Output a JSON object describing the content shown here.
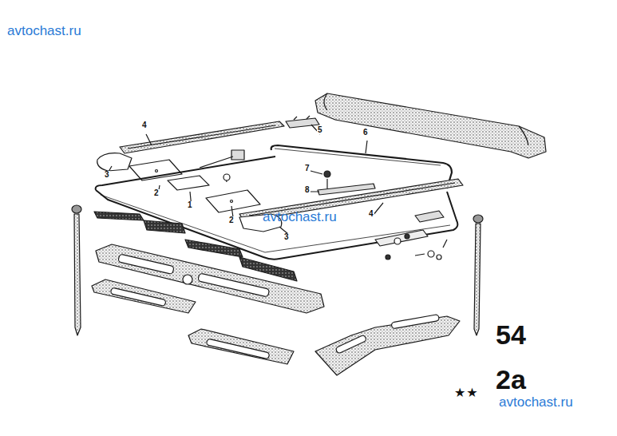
{
  "diagram": {
    "labels": [
      "avtochast.ru",
      "4",
      "5",
      "6",
      "3",
      "7",
      "2",
      "8",
      "1",
      "2",
      "avtochast.ru",
      "4",
      "3",
      "54",
      "2a",
      "★★",
      "avtochast.ru"
    ]
  }
}
